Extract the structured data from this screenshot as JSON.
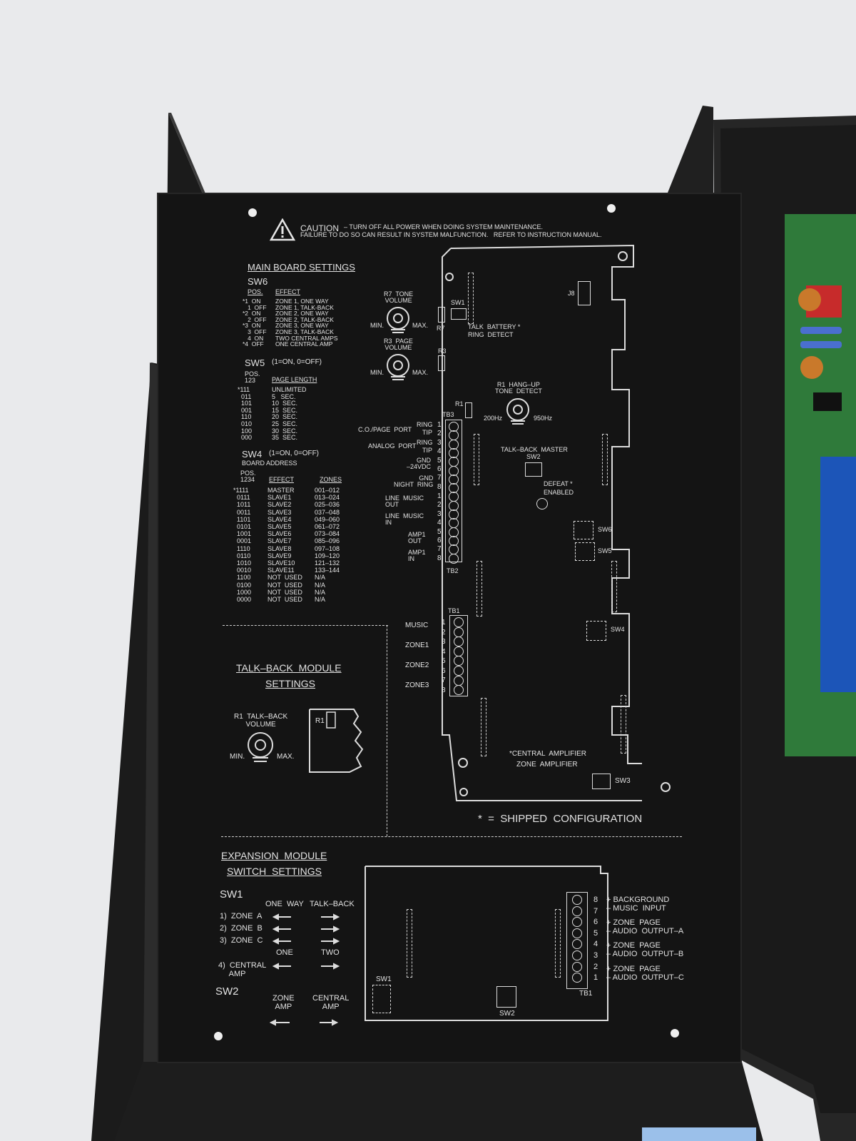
{
  "caution": {
    "heading": "CAUTION",
    "line1": "– TURN OFF ALL POWER WHEN DOING SYSTEM MAINTENANCE.",
    "line2": "FAILURE TO DO SO CAN RESULT IN SYSTEM MALFUNCTION.   REFER TO INSTRUCTION MANUAL."
  },
  "main_board": {
    "title": "MAIN BOARD SETTINGS",
    "sw6": {
      "label": "SW6",
      "col_pos": "POS.",
      "col_effect": "EFFECT",
      "pos_list": "*1  ON\n   1  OFF\n*2  ON\n   2  OFF\n*3  ON\n   3  OFF\n   4  ON\n*4  OFF",
      "effect_list": "ZONE 1, ONE WAY\nZONE 1, TALK-BACK\nZONE 2, ONE WAY\nZONE 2, TALK-BACK\nZONE 3, ONE WAY\nZONE 3, TALK-BACK\nTWO CENTRAL AMPS\nONE CENTRAL AMP"
    },
    "sw5": {
      "label": "SW5",
      "note": "(1=ON, 0=OFF)",
      "col_pos": "POS.\n123",
      "col_length": "PAGE LENGTH",
      "pos_list": "*111\n  011\n  101\n  001\n  110\n  010\n  100\n  000",
      "length_list": "UNLIMITED\n5   SEC.\n10  SEC.\n15  SEC.\n20  SEC.\n25  SEC.\n30  SEC.\n35  SEC."
    },
    "sw4": {
      "label": "SW4",
      "note": "(1=ON, 0=OFF)",
      "sub": "BOARD ADDRESS",
      "col_pos": "POS.\n1234",
      "col_effect": "EFFECT",
      "col_zones": "ZONES",
      "pos_list": "*1111\n  0111\n  1011\n  0011\n  1101\n  0101\n  1001\n  0001\n  1110\n  0110\n  1010\n  0010\n  1100\n  0100\n  1000\n  0000",
      "effect_list": "MASTER\nSLAVE1\nSLAVE2\nSLAVE3\nSLAVE4\nSLAVE5\nSLAVE6\nSLAVE7\nSLAVE8\nSLAVE9\nSLAVE10\nSLAVE11\nNOT  USED\nNOT  USED\nNOT  USED\nNOT  USED",
      "zones_list": "001–012\n013–024\n025–036\n037–048\n049–060\n061–072\n073–084\n085–096\n097–108\n109–120\n121–132\n133–144\nN/A\nN/A\nN/A\nN/A"
    }
  },
  "board": {
    "r7": "R7  TONE\nVOLUME",
    "r3": "R3  PAGE\nVOLUME",
    "min": "MIN.",
    "max": "MAX.",
    "sw1": "SW1",
    "r7_short": "R7",
    "r3_short": "R3",
    "talk_battery": "TALK  BATTERY *",
    "ring_detect": "RING  DETECT",
    "j8": "J8",
    "r1_hangup": "R1  HANG–UP\nTONE  DETECT",
    "hz200": "200Hz",
    "hz950": "950Hz",
    "r1": "R1",
    "tb3": "TB3",
    "tb2": "TB2",
    "tb1": "TB1",
    "co_page": "C.O./PAGE  PORT",
    "ring": "RING",
    "tip": "TIP",
    "analog": "ANALOG  PORT",
    "gnd_24": "GND\n–24VDC",
    "gnd_night": "GND\nNIGHT  RING",
    "line_music_out": "LINE  MUSIC\nOUT",
    "line_music_in": "LINE  MUSIC\nIN",
    "amp1_out": "AMP1\nOUT",
    "amp1_in": "AMP1\nIN",
    "talkback_master": "TALK–BACK  MASTER",
    "sw2": "SW2",
    "defeat": "DEFEAT *",
    "enabled": "ENABLED",
    "sw6": "SW6",
    "sw5": "SW5",
    "sw4": "SW4",
    "sw3": "SW3",
    "music": "MUSIC",
    "zone1": "ZONE1",
    "zone2": "ZONE2",
    "zone3": "ZONE3",
    "central_amp": "*CENTRAL  AMPLIFIER",
    "zone_amp": "ZONE  AMPLIFIER",
    "tb3_nums": "1\n2\n3\n4\n5\n6\n7\n8",
    "tb2_nums": "1\n2\n3\n4\n5\n6\n7\n8",
    "tb1_nums": "1\n2\n3\n4\n5\n6\n7\n8"
  },
  "shipped": "*  =  SHIPPED  CONFIGURATION",
  "talkback_module": {
    "title1": "TALK–BACK  MODULE",
    "title2": "SETTINGS",
    "r1": "R1  TALK–BACK\nVOLUME",
    "min": "MIN.",
    "max": "MAX.",
    "r1_box": "R1"
  },
  "expansion": {
    "title1": "EXPANSION  MODULE",
    "title2": "SWITCH  SETTINGS",
    "sw1": "SW1",
    "one_way": "ONE  WAY",
    "talk_back": "TALK–BACK",
    "zone_a": "1)  ZONE  A",
    "zone_b": "2)  ZONE  B",
    "zone_c": "3)  ZONE  C",
    "one": "ONE",
    "two": "TWO",
    "central_amp": "4)  CENTRAL\n     AMP",
    "sw2": "SW2",
    "zone_amp": "ZONE\nAMP",
    "central_amp2": "CENTRAL\nAMP",
    "board_sw1": "SW1",
    "board_sw2": "SW2",
    "board_tb1": "TB1",
    "tb_nums": "8\n7\n6\n5\n4\n3\n2\n1",
    "background": "+ BACKGROUND\n– MUSIC  INPUT",
    "zpa": "+ ZONE  PAGE\n– AUDIO  OUTPUT–A",
    "zpb": "+ ZONE  PAGE\n– AUDIO  OUTPUT–B",
    "zpc": "+ ZONE  PAGE\n– AUDIO  OUTPUT–C"
  },
  "colors": {
    "background": "#e9eaec",
    "panel": "#141414",
    "print": "#e2e2e2",
    "pcb_green": "#2f7a3a"
  }
}
